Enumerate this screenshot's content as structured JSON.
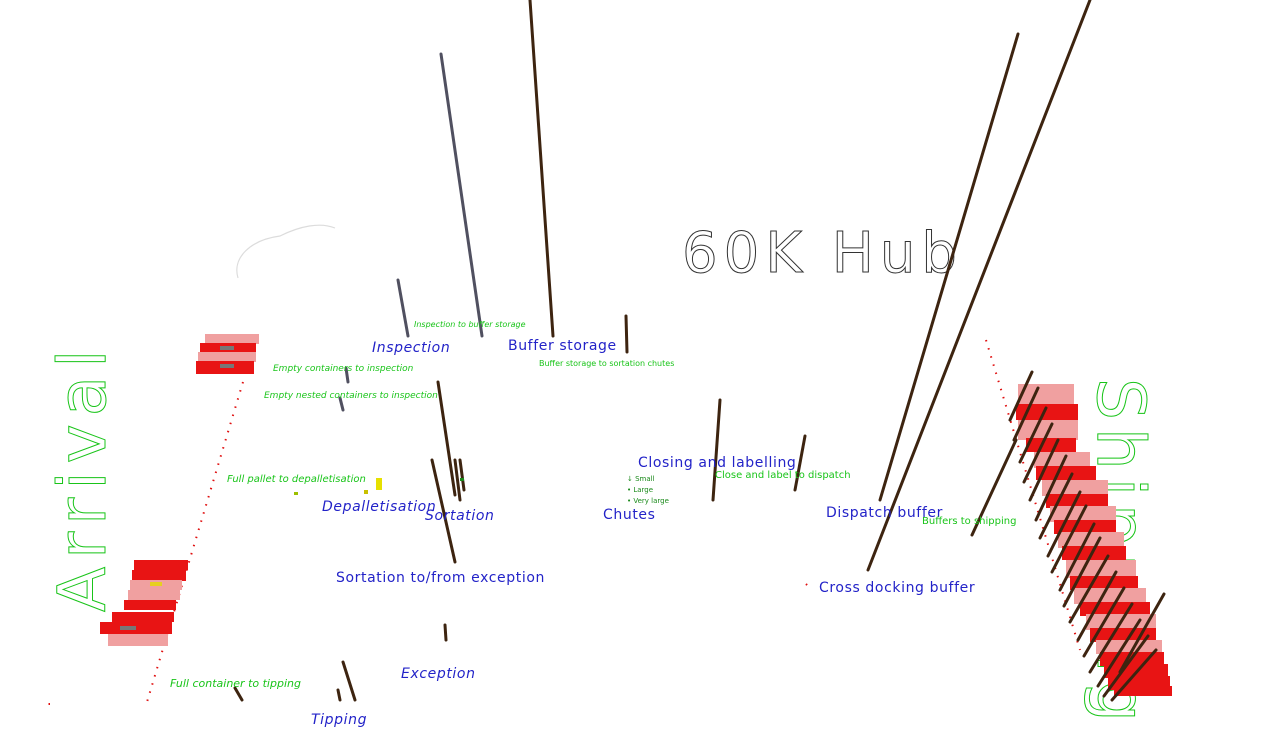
{
  "title": "60K Hub",
  "big_labels": {
    "arrival": "Arrival",
    "shipping": "Shipping"
  },
  "areas": {
    "inspection": "Inspection",
    "buffer_storage": "Buffer storage",
    "closing_labelling": "Closing and labelling",
    "depalletisation": "Depalletisation",
    "sortation": "Sortation",
    "chutes": "Chutes",
    "dispatch_buffer": "Dispatch buffer",
    "sortation_exception": "Sortation to/from exception",
    "cross_docking_buffer": "Cross docking buffer",
    "exception": "Exception",
    "tipping": "Tipping"
  },
  "flows": {
    "inspection_to_buffer": "Inspection to buffer storage",
    "buffer_to_chutes": "Buffer storage to sortation chutes",
    "empty_to_inspection": "Empty containers to inspection",
    "empty_nested_to_inspection": "Empty nested containers to inspection",
    "pallet_to_depal": "Full pallet to depalletisation",
    "close_to_dispatch": "Close and label to dispatch",
    "buffers_to_shipping": "Buffers to shipping",
    "container_to_tipping": "Full container to tipping"
  },
  "chute_sizes": [
    "Small",
    "Large",
    "Very large"
  ],
  "colors": {
    "area_label": "#2323c8",
    "flow_label": "#19c419",
    "container": "#e81414",
    "container_faded": "#f0a0a0",
    "pole": "#3d2410",
    "grey_pole": "#505060",
    "dots": "#e01010"
  }
}
